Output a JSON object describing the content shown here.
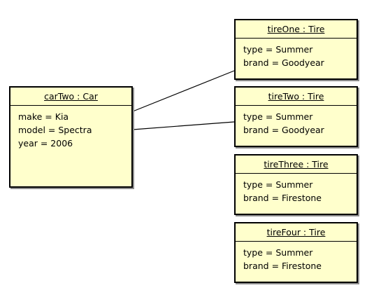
{
  "diagram": {
    "car": {
      "title": "carTwo : Car",
      "attributes": [
        "make = Kia",
        "model = Spectra",
        "year = 2006"
      ]
    },
    "tires": [
      {
        "title": "tireOne : Tire",
        "attributes": [
          "type = Summer",
          "brand = Goodyear"
        ]
      },
      {
        "title": "tireTwo : Tire",
        "attributes": [
          "type = Summer",
          "brand = Goodyear"
        ]
      },
      {
        "title": "tireThree : Tire",
        "attributes": [
          "type = Summer",
          "brand = Firestone"
        ]
      },
      {
        "title": "tireFour : Tire",
        "attributes": [
          "type = Summer",
          "brand = Firestone"
        ]
      }
    ],
    "links": [
      {
        "from": "car",
        "to": "tires.0"
      },
      {
        "from": "car",
        "to": "tires.1"
      }
    ]
  }
}
